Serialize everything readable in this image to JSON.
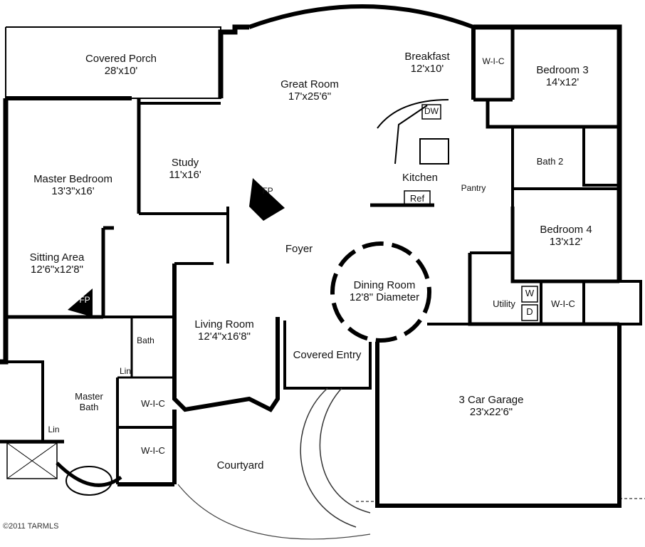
{
  "rooms": {
    "covered_porch": {
      "name": "Covered Porch",
      "dim": "28'x10'"
    },
    "great_room": {
      "name": "Great Room",
      "dim": "17'x25'6\""
    },
    "breakfast": {
      "name": "Breakfast",
      "dim": "12'x10'"
    },
    "wic_top": {
      "name": "W-I-C"
    },
    "bedroom3": {
      "name": "Bedroom 3",
      "dim": "14'x12'"
    },
    "dw": {
      "name": "DW"
    },
    "study": {
      "name": "Study",
      "dim": "11'x16'"
    },
    "master_bedroom": {
      "name": "Master Bedroom",
      "dim": "13'3\"x16'"
    },
    "kitchen": {
      "name": "Kitchen"
    },
    "fp_top": {
      "name": "FP"
    },
    "pantry": {
      "name": "Pantry"
    },
    "bath2": {
      "name": "Bath 2"
    },
    "ref": {
      "name": "Ref"
    },
    "bedroom4": {
      "name": "Bedroom 4",
      "dim": "13'x12'"
    },
    "foyer": {
      "name": "Foyer"
    },
    "sitting_area": {
      "name": "Sitting Area",
      "dim": "12'6\"x12'8\""
    },
    "dining_room": {
      "name": "Dining Room",
      "dim": "12'8\" Diameter"
    },
    "fp_left": {
      "name": "FP"
    },
    "washer": {
      "name": "W"
    },
    "dryer": {
      "name": "D"
    },
    "utility": {
      "name": "Utility"
    },
    "wic_right": {
      "name": "W-I-C"
    },
    "living_room": {
      "name": "Living Room",
      "dim": "12'4\"x16'8\""
    },
    "bath": {
      "name": "Bath"
    },
    "covered_entry": {
      "name": "Covered Entry"
    },
    "lin_1": {
      "name": "Lin"
    },
    "master_bath": {
      "name": "Master",
      "dim": "Bath"
    },
    "wic_mid": {
      "name": "W-I-C"
    },
    "garage": {
      "name": "3 Car Garage",
      "dim": "23'x22'6\""
    },
    "lin_2": {
      "name": "Lin"
    },
    "wic_low": {
      "name": "W-I-C"
    },
    "courtyard": {
      "name": "Courtyard"
    }
  },
  "copyright": "©2011 TARMLS"
}
